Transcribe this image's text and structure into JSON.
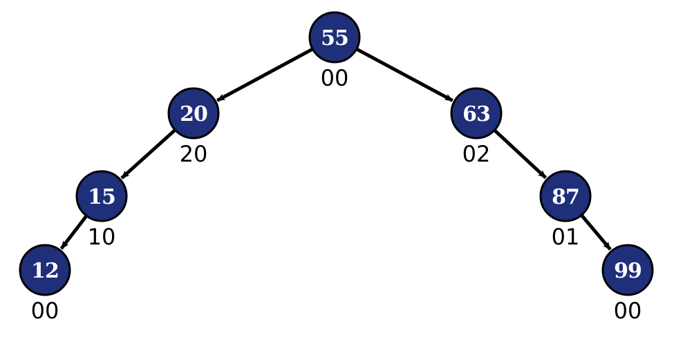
{
  "colors": {
    "node_fill": "#1f2f7a",
    "node_stroke": "#000000",
    "edge": "#000000",
    "node_text": "#ffffff",
    "label_text": "#000000"
  },
  "nodes": [
    {
      "id": "n55",
      "value": "55",
      "label": "00"
    },
    {
      "id": "n20",
      "value": "20",
      "label": "20"
    },
    {
      "id": "n63",
      "value": "63",
      "label": "02"
    },
    {
      "id": "n15",
      "value": "15",
      "label": "10"
    },
    {
      "id": "n87",
      "value": "87",
      "label": "01"
    },
    {
      "id": "n12",
      "value": "12",
      "label": "00"
    },
    {
      "id": "n99",
      "value": "99",
      "label": "00"
    }
  ],
  "edges": [
    {
      "from": "n55",
      "to": "n20"
    },
    {
      "from": "n55",
      "to": "n63"
    },
    {
      "from": "n20",
      "to": "n15"
    },
    {
      "from": "n15",
      "to": "n12"
    },
    {
      "from": "n63",
      "to": "n87"
    },
    {
      "from": "n87",
      "to": "n99"
    }
  ]
}
